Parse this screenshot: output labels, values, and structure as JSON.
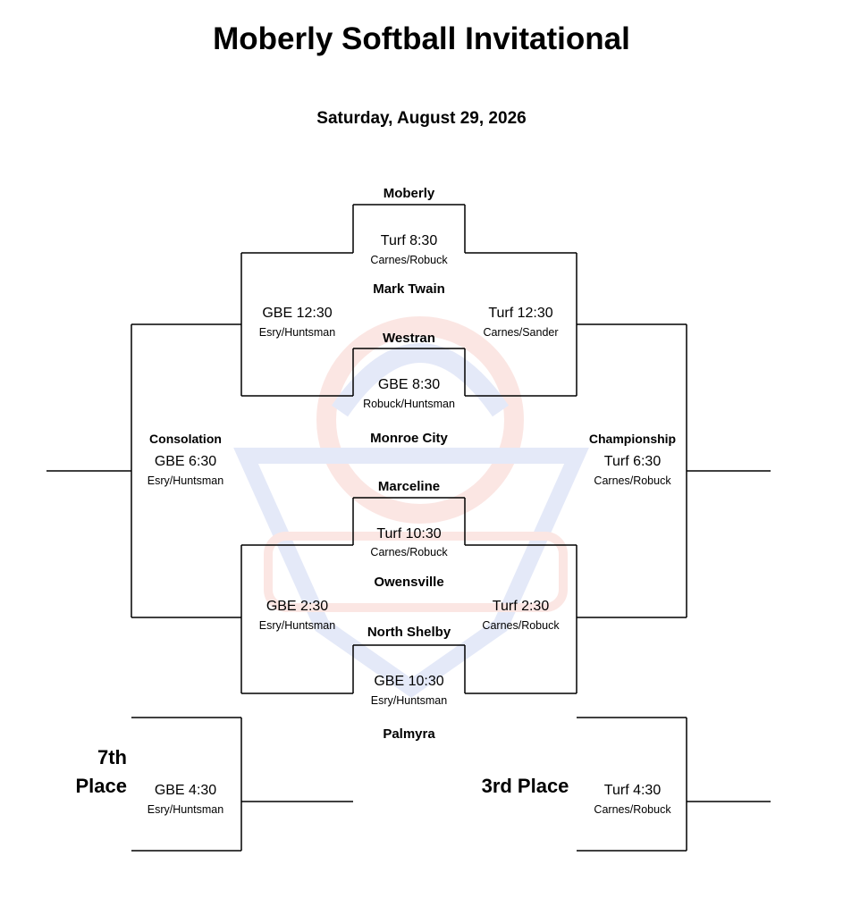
{
  "title": "Moberly Softball Invitational",
  "date": "Saturday, August 29, 2026",
  "round1": [
    {
      "top": "Moberly",
      "bottom": "Mark Twain",
      "time": "Turf 8:30",
      "umps": "Carnes/Robuck"
    },
    {
      "top": "Westran",
      "bottom": "Monroe City",
      "time": "GBE 8:30",
      "umps": "Robuck/Huntsman"
    },
    {
      "top": "Marceline",
      "bottom": "Owensville",
      "time": "Turf 10:30",
      "umps": "Carnes/Robuck"
    },
    {
      "top": "North Shelby",
      "bottom": "Palmyra",
      "time": "GBE 10:30",
      "umps": "Esry/Huntsman"
    }
  ],
  "semis": {
    "cons_top": {
      "time": "GBE 12:30",
      "umps": "Esry/Huntsman"
    },
    "champ_top": {
      "time": "Turf 12:30",
      "umps": "Carnes/Sander"
    },
    "cons_bottom": {
      "time": "GBE 2:30",
      "umps": "Esry/Huntsman"
    },
    "champ_bottom": {
      "time": "Turf 2:30",
      "umps": "Carnes/Robuck"
    }
  },
  "consolation": {
    "label": "Consolation",
    "time": "GBE 6:30",
    "umps": "Esry/Huntsman"
  },
  "championship": {
    "label": "Championship",
    "time": "Turf 6:30",
    "umps": "Carnes/Robuck"
  },
  "seventh": {
    "label_line1": "7th",
    "label_line2": "Place",
    "time": "GBE 4:30",
    "umps": "Esry/Huntsman"
  },
  "third": {
    "label": "3rd Place",
    "time": "Turf 4:30",
    "umps": "Carnes/Robuck"
  },
  "colors": {
    "line": "#000000",
    "logo_red": "#e34a33",
    "logo_blue": "#3a5bd0"
  }
}
